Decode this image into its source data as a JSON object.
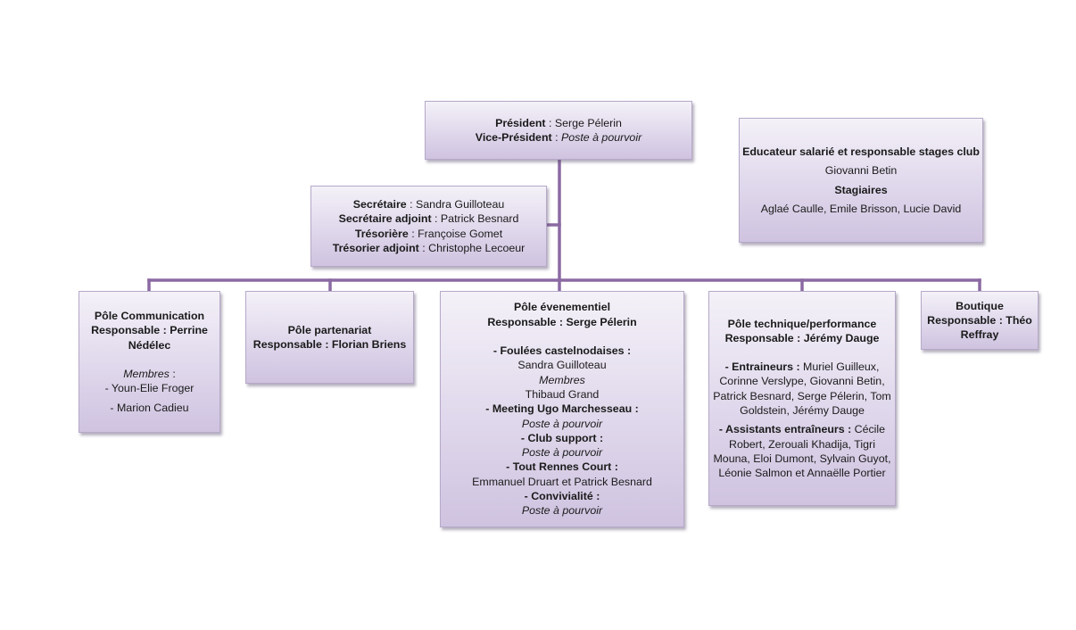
{
  "colors": {
    "connector": "#8b6aa3",
    "box_top": "#f4f1f8",
    "box_bottom": "#cfc3e0",
    "border": "#b6a9c9"
  },
  "presidency": {
    "president_label": "Président",
    "president_name": " : Serge Pélerin",
    "vice_label": "Vice-Président",
    "vice_value": "Poste à pourvoir"
  },
  "bureau": {
    "secretaire_label": "Secrétaire",
    "secretaire_name": " : Sandra Guilloteau",
    "secretaire_adjoint_label": "Secrétaire adjoint",
    "secretaire_adjoint_name": " : Patrick Besnard",
    "tresoriere_label": "Trésorière",
    "tresoriere_name": " : Françoise Gomet",
    "tresorier_adjoint_label": "Trésorier adjoint",
    "tresorier_adjoint_name": " : Christophe Lecoeur"
  },
  "educateur": {
    "title": "Educateur salarié et responsable stages club",
    "name": "Giovanni Betin",
    "stagiaires_label": "Stagiaires",
    "stagiaires_names": "Aglaé Caulle, Emile Brisson, Lucie David"
  },
  "poles": {
    "communication": {
      "title": "Pôle Communication",
      "responsable": "Responsable : Perrine Nédélec",
      "membres_label": "Membres",
      "membres_suffix": " :",
      "member1": "- Youn-Elie Froger",
      "member2": "- Marion Cadieu"
    },
    "partenariat": {
      "title": "Pôle partenariat",
      "responsable": "Responsable : Florian Briens"
    },
    "evenementiel": {
      "title": "Pôle évenementiel",
      "responsable": "Responsable : Serge Pélerin",
      "foulees_label": "- Foulées castelnodaises :",
      "foulees_name": "Sandra Guilloteau",
      "membres_label": "Membres",
      "membres_name": "Thibaud Grand",
      "meeting_label": "- Meeting Ugo Marchesseau :",
      "meeting_value": "Poste à pourvoir",
      "club_support_label": "- Club support :",
      "club_support_value": "Poste à pourvoir",
      "trc_label": "- Tout Rennes Court :",
      "trc_names": "Emmanuel Druart et Patrick Besnard",
      "convivialite_label": "- Convivialité :",
      "convivialite_value": "Poste à pourvoir"
    },
    "technique": {
      "title": "Pôle technique/performance",
      "responsable": "Responsable : Jérémy Dauge",
      "entraineurs_label": "- Entraineurs :",
      "entraineurs_names": " Muriel Guilleux, Corinne Verslype, Giovanni Betin, Patrick Besnard, Serge Pélerin, Tom Goldstein, Jérémy Dauge",
      "assistants_label": "- Assistants entraîneurs :",
      "assistants_names": " Cécile Robert, Zerouali Khadija, Tigri Mouna, Eloi Dumont, Sylvain Guyot, Léonie Salmon et Annaëlle Portier"
    },
    "boutique": {
      "title": "Boutique",
      "responsable": "Responsable : Théo Reffray"
    }
  }
}
